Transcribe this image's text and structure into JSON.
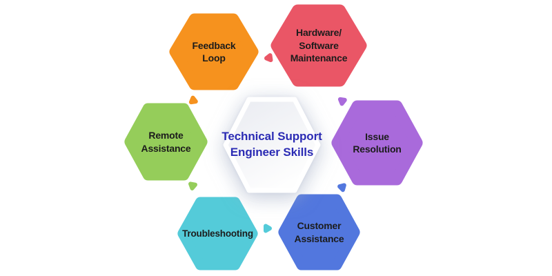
{
  "background_color": "#FFFFFF",
  "label_color": "#1C1C1C",
  "title": {
    "text": "Technical Support\nEngineer Skills",
    "color": "#2B2BB4"
  },
  "center_hexagon": {
    "fill_top": "#E9EBF1",
    "fill_mid": "#F4F5F8",
    "fill_bottom": "#FEFEFE",
    "border_color": "#FFFFFF"
  },
  "nodes": [
    {
      "id": "feedback-loop",
      "label": "Feedback\nLoop",
      "color": "#F6921E"
    },
    {
      "id": "hardware-software-maintenance",
      "label": "Hardware/\nSoftware\nMaintenance",
      "color": "#EA5666"
    },
    {
      "id": "remote-assistance",
      "label": "Remote\nAssistance",
      "color": "#95CD5A"
    },
    {
      "id": "issue-resolution",
      "label": "Issue\nResolution",
      "color": "#A96ADB"
    },
    {
      "id": "troubleshooting",
      "label": "Troubleshooting",
      "color": "#54CBD9"
    },
    {
      "id": "customer-assistance",
      "label": "Customer\nAssistance",
      "color": "#5277DE"
    }
  ],
  "arrows": [
    {
      "id": "arrow-hardware-side",
      "color": "#EA5666",
      "direction": "left"
    },
    {
      "id": "arrow-feedback-side",
      "color": "#F6921E",
      "direction": "right"
    },
    {
      "id": "arrow-remote-side",
      "color": "#95CD5A",
      "direction": "down"
    },
    {
      "id": "arrow-troubleshooting-side",
      "color": "#54CBD9",
      "direction": "right"
    },
    {
      "id": "arrow-customer-side",
      "color": "#5277DE",
      "direction": "left"
    },
    {
      "id": "arrow-issue-side",
      "color": "#A96ADB",
      "direction": "right"
    }
  ]
}
